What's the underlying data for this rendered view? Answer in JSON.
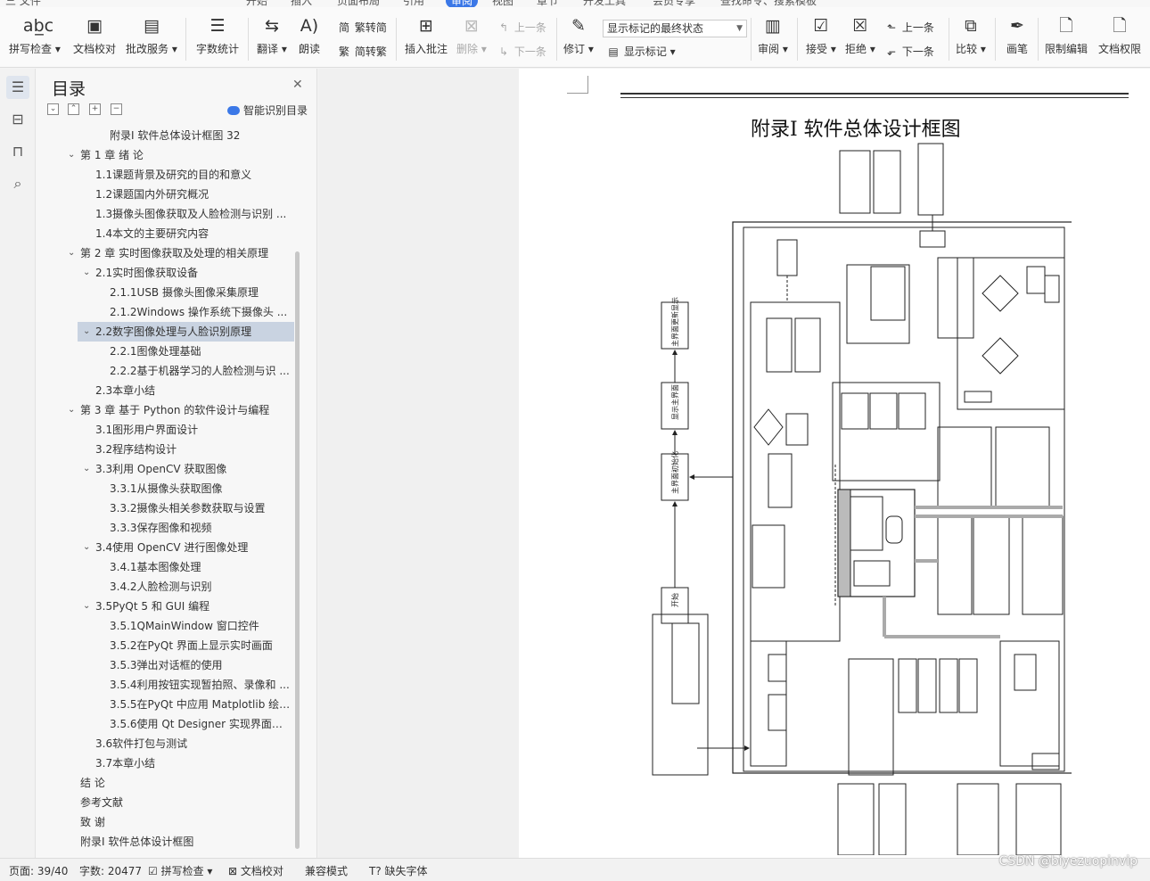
{
  "tabstrip": {
    "tabs": [
      "三 文件",
      "开始",
      "插入",
      "页面布局",
      "引用",
      "审阅",
      "视图",
      "章节",
      "开发工具",
      "会员专享",
      "查找命令、搜索模板"
    ],
    "active_index": 5
  },
  "ribbon": {
    "spellcheck": "拼写检查",
    "proofread": "文档校对",
    "batch_service": "批改服务",
    "word_count": "字数统计",
    "translate": "翻译",
    "read_aloud": "朗读",
    "trad_simp": "繁转简",
    "simp_trad": "简转繁",
    "insert_comment": "插入批注",
    "delete": "删除",
    "prev": "上一条",
    "next": "下一条",
    "track": "修订",
    "markup_select": "显示标记的最终状态",
    "show_markup": "显示标记",
    "review": "审阅",
    "accept": "接受",
    "reject": "拒绝",
    "prev_change": "上一条",
    "next_change": "下一条",
    "compare": "比较",
    "pen": "画笔",
    "restrict_edit": "限制编辑",
    "doc_permission": "文档权限"
  },
  "toc": {
    "title": "目录",
    "smart_label": "智能识别目录",
    "items": [
      {
        "label": "附录I 软件总体设计框图 32",
        "level": 3,
        "chev": false
      },
      {
        "label": "第 1 章  绪  论",
        "level": 1,
        "chev": true
      },
      {
        "label": "1.1课题背景及研究的目的和意义",
        "level": 2,
        "chev": false
      },
      {
        "label": "1.2课题国内外研究概况",
        "level": 2,
        "chev": false
      },
      {
        "label": "1.3摄像头图像获取及人脸检测与识别 ...",
        "level": 2,
        "chev": false
      },
      {
        "label": "1.4本文的主要研究内容",
        "level": 2,
        "chev": false
      },
      {
        "label": "第 2 章 实时图像获取及处理的相关原理",
        "level": 1,
        "chev": true
      },
      {
        "label": "2.1实时图像获取设备",
        "level": 2,
        "chev": true
      },
      {
        "label": "2.1.1USB 摄像头图像采集原理",
        "level": 3,
        "chev": false
      },
      {
        "label": "2.1.2Windows 操作系统下摄像头 ...",
        "level": 3,
        "chev": false
      },
      {
        "label": "2.2数字图像处理与人脸识别原理",
        "level": 2,
        "chev": true,
        "selected": true
      },
      {
        "label": "2.2.1图像处理基础",
        "level": 3,
        "chev": false
      },
      {
        "label": "2.2.2基于机器学习的人脸检测与识 ...",
        "level": 3,
        "chev": false
      },
      {
        "label": "2.3本章小结",
        "level": 2,
        "chev": false
      },
      {
        "label": "第 3 章  基于 Python 的软件设计与编程",
        "level": 1,
        "chev": true
      },
      {
        "label": "3.1图形用户界面设计",
        "level": 2,
        "chev": false
      },
      {
        "label": "3.2程序结构设计",
        "level": 2,
        "chev": false
      },
      {
        "label": "3.3利用 OpenCV 获取图像",
        "level": 2,
        "chev": true
      },
      {
        "label": "3.3.1从摄像头获取图像",
        "level": 3,
        "chev": false
      },
      {
        "label": "3.3.2摄像头相关参数获取与设置",
        "level": 3,
        "chev": false
      },
      {
        "label": "3.3.3保存图像和视频",
        "level": 3,
        "chev": false
      },
      {
        "label": "3.4使用 OpenCV 进行图像处理",
        "level": 2,
        "chev": true
      },
      {
        "label": "3.4.1基本图像处理",
        "level": 3,
        "chev": false
      },
      {
        "label": "3.4.2人脸检测与识别",
        "level": 3,
        "chev": false
      },
      {
        "label": "3.5PyQt 5 和 GUI 编程",
        "level": 2,
        "chev": true
      },
      {
        "label": "3.5.1QMainWindow 窗口控件",
        "level": 3,
        "chev": false
      },
      {
        "label": "3.5.2在PyQt 界面上显示实时画面",
        "level": 3,
        "chev": false
      },
      {
        "label": "3.5.3弹出对话框的使用",
        "level": 3,
        "chev": false
      },
      {
        "label": "3.5.4利用按钮实现暂拍照、录像和 ...",
        "level": 3,
        "chev": false
      },
      {
        "label": "3.5.5在PyQt 中应用 Matplotlib 绘 ...",
        "level": 3,
        "chev": false
      },
      {
        "label": "3.5.6使用 Qt Designer 实现界面显 ...",
        "level": 3,
        "chev": false
      },
      {
        "label": "3.6软件打包与测试",
        "level": 2,
        "chev": false
      },
      {
        "label": "3.7本章小结",
        "level": 2,
        "chev": false
      },
      {
        "label": "结 论",
        "level": 1,
        "chev": false
      },
      {
        "label": "参考文献",
        "level": 1,
        "chev": false
      },
      {
        "label": "致 谢",
        "level": 1,
        "chev": false
      },
      {
        "label": "附录I 软件总体设计框图",
        "level": 1,
        "chev": false
      }
    ]
  },
  "document": {
    "heading": "附录I 软件总体设计框图",
    "flow": {
      "start": "开始",
      "init": "主界面初始化",
      "show": "显示主界面",
      "update": "主界面更新显示"
    }
  },
  "status": {
    "page": "页面: 39/40",
    "words": "字数: 20477",
    "spell": "拼写检查",
    "proof": "文档校对",
    "compat": "兼容模式",
    "missing_font": "缺失字体"
  },
  "watermark": "CSDN @biyezuopinvip"
}
